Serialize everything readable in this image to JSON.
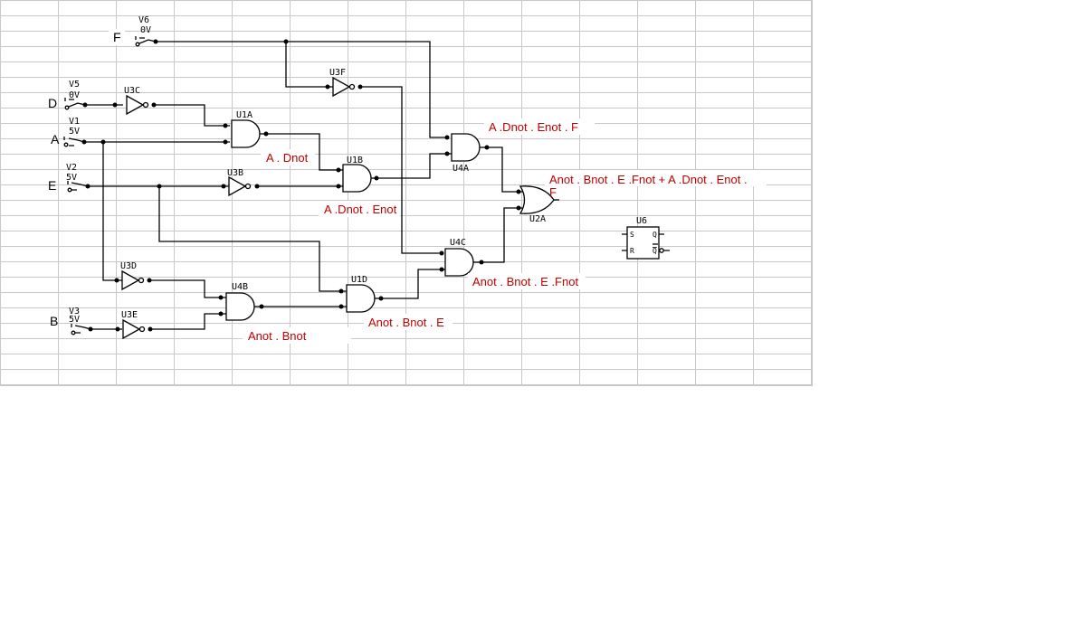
{
  "inputs": [
    {
      "name": "F",
      "source": "V6",
      "level": "0V"
    },
    {
      "name": "D",
      "source": "V5",
      "level": "0V"
    },
    {
      "name": "A",
      "source": "V1",
      "level": "5V"
    },
    {
      "name": "E",
      "source": "V2",
      "level": "5V"
    },
    {
      "name": "B",
      "source": "V3",
      "level": "5V"
    }
  ],
  "components": {
    "inverters": [
      "U3F",
      "U3C",
      "U3B",
      "U3D",
      "U3E"
    ],
    "and_gates": [
      "U1A",
      "U1B",
      "U4A",
      "U4C",
      "U1D",
      "U4B"
    ],
    "or_gates": [
      "U2A"
    ],
    "flipflop": {
      "label": "U6",
      "pins": [
        "S",
        "R",
        "Q",
        "Q"
      ]
    }
  },
  "expressions": {
    "u1a": "A . Dnot",
    "u1b": "A .Dnot . Enot",
    "u4a": "A .Dnot . Enot . F",
    "u2a_line1": "Anot . Bnot . E .Fnot + A .Dnot . Enot .",
    "u2a_line2": "F",
    "u4c": "Anot . Bnot . E .Fnot",
    "u1d": "Anot . Bnot . E",
    "u4b": "Anot . Bnot"
  },
  "colors": {
    "expression": "#c00000",
    "grid": "#c8c8c8",
    "wire": "#000000"
  }
}
